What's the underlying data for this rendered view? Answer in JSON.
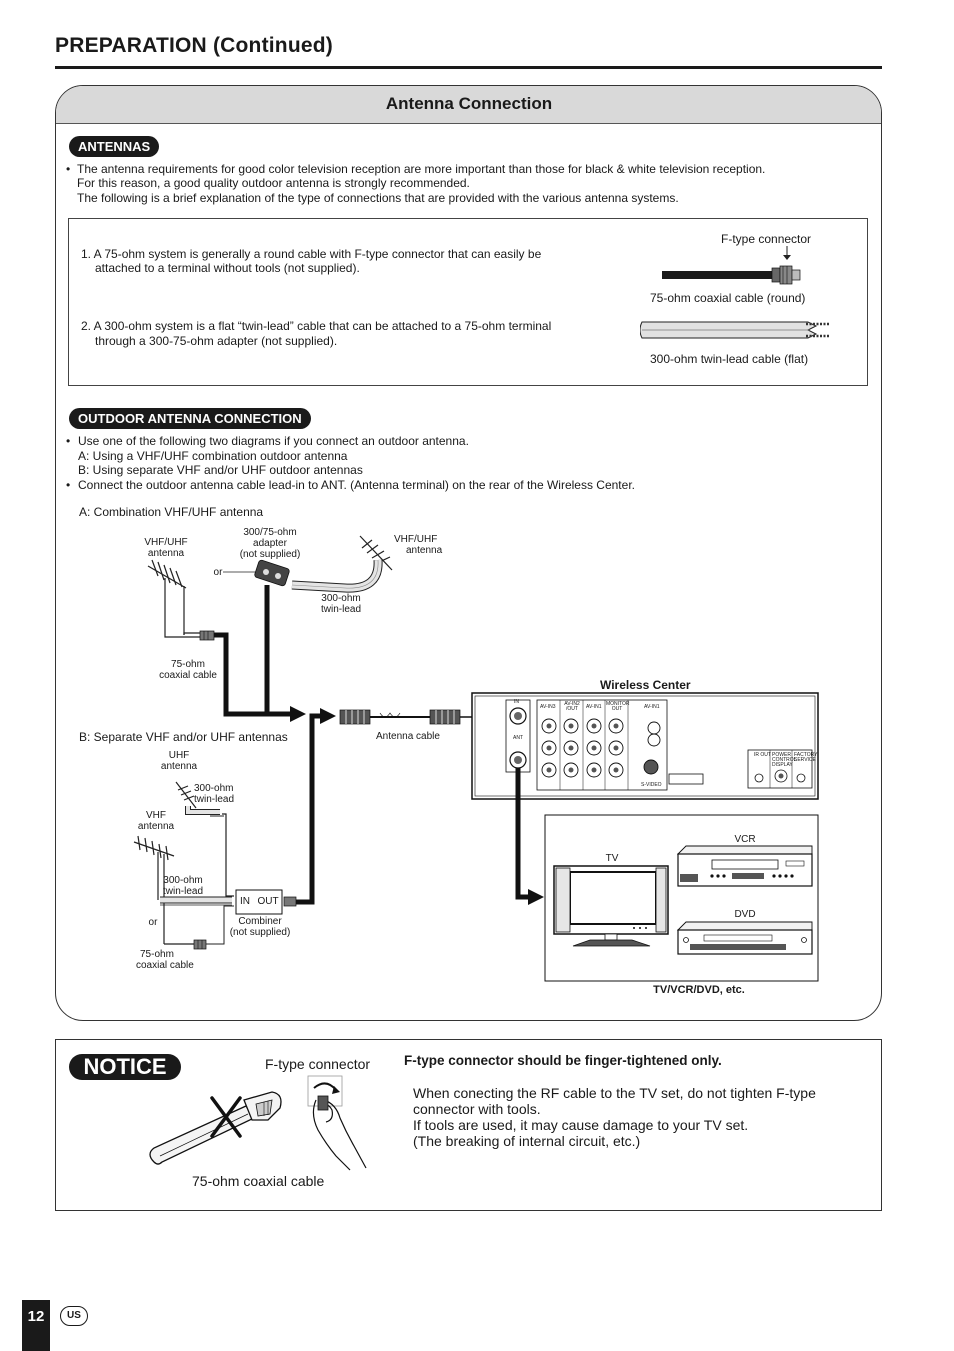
{
  "page": {
    "title": "PREPARATION (Continued)",
    "page_number": "12",
    "region": "US"
  },
  "section": {
    "title": "Antenna Connection"
  },
  "antennas": {
    "label": "ANTENNAS",
    "intro": [
      "The antenna requirements for good color television reception are more important than those for black & white television reception.",
      "For this reason, a good quality outdoor antenna is strongly recommended.",
      "The following is a brief explanation of the type of connections that are provided with the various antenna systems."
    ],
    "item1": [
      "1. A 75-ohm system is generally a round cable with F-type connector that can easily be",
      "attached to a terminal without tools (not supplied)."
    ],
    "item2": [
      "2. A 300-ohm system is a flat “twin-lead” cable that can be attached to a 75-ohm terminal",
      "through a 300-75-ohm adapter (not supplied)."
    ],
    "f_connector_label": "F-type connector",
    "coax_label": "75-ohm coaxial cable (round)",
    "twinlead_label": "300-ohm twin-lead cable (flat)"
  },
  "outdoor": {
    "label": "OUTDOOR ANTENNA CONNECTION",
    "bullet1": [
      "Use one of the following two diagrams if you connect an outdoor antenna.",
      "A: Using a VHF/UHF combination outdoor antenna",
      "B: Using separate VHF and/or UHF outdoor antennas"
    ],
    "bullet2": "Connect the outdoor antenna cable lead-in to ANT. (Antenna terminal) on the rear of the Wireless Center."
  },
  "diagram": {
    "a_title": "A: Combination VHF/UHF antenna",
    "b_title": "B: Separate VHF and/or UHF antennas",
    "vhfuhf_antenna_left": [
      "VHF/UHF",
      "antenna"
    ],
    "vhfuhf_antenna_right": [
      "VHF/UHF",
      "antenna"
    ],
    "adapter": [
      "300/75-ohm",
      "adapter",
      "(not supplied)"
    ],
    "or": "or",
    "twinlead_a": [
      "300-ohm",
      "twin-lead"
    ],
    "coax_a": [
      "75-ohm",
      "coaxial cable"
    ],
    "antenna_cable": "Antenna cable",
    "wireless_center": "Wireless Center",
    "uhf_antenna": [
      "UHF",
      "antenna"
    ],
    "twinlead_uhf": [
      "300-ohm",
      "twin-lead"
    ],
    "vhf_antenna": [
      "VHF",
      "antenna"
    ],
    "twinlead_vhf": [
      "300-ohm",
      "twin-lead"
    ],
    "or_b": "or",
    "coax_b": [
      "75-ohm",
      "coaxial cable"
    ],
    "combiner_in": "IN",
    "combiner_out": "OUT",
    "combiner": [
      "Combiner",
      "(not supplied)"
    ],
    "tv": "TV",
    "vcr": "VCR",
    "dvd": "DVD",
    "devices_caption": "TV/VCR/DVD, etc.",
    "panel_labels": {
      "in": "IN",
      "ant": "ANT",
      "av_in3": "AV-IN3",
      "av_in2": "AV-IN2 /OUT",
      "av_in1": "AV-IN1",
      "monitor_out": "MONITOR OUT",
      "av_in1_s": "AV-IN1",
      "s_video": "S-VIDEO",
      "ir_out": "IR OUT",
      "power": "POWER CONTROL DISPLAY",
      "factory": "FACTORY SERVICE"
    }
  },
  "notice": {
    "label": "NOTICE",
    "f_connector": "F-type connector",
    "coax": "75-ohm coaxial cable",
    "heading": "F-type connector should be finger-tightened only.",
    "lines": [
      "When conecting the RF cable to the TV set, do not tighten F-type",
      "connector with tools.",
      "If tools are used, it may cause damage to your TV set.",
      "(The breaking of internal circuit, etc.)"
    ]
  }
}
